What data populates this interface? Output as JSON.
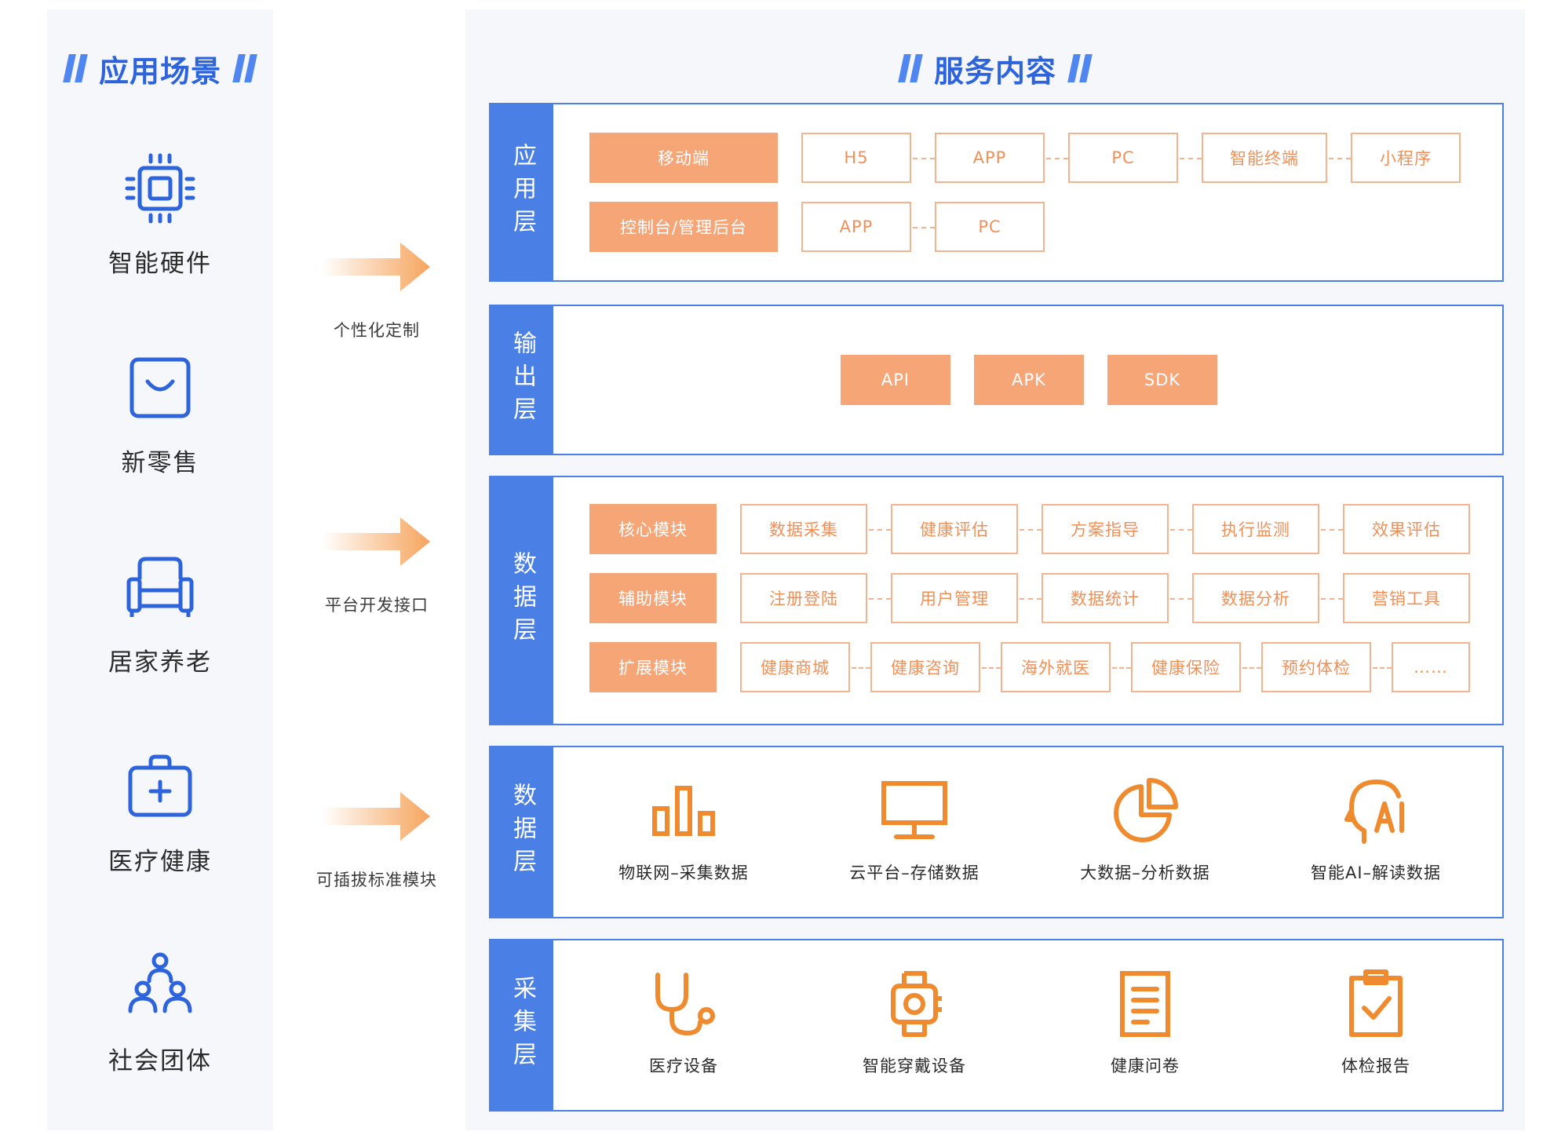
{
  "left": {
    "title": "应用场景",
    "scenarios": [
      {
        "label": "智能硬件",
        "icon": "chip-icon"
      },
      {
        "label": "新零售",
        "icon": "shopping-bag-icon"
      },
      {
        "label": "居家养老",
        "icon": "armchair-icon"
      },
      {
        "label": "医疗健康",
        "icon": "medical-kit-icon"
      },
      {
        "label": "社会团体",
        "icon": "people-group-icon"
      }
    ]
  },
  "arrows": [
    {
      "label": "个性化定制"
    },
    {
      "label": "平台开发接口"
    },
    {
      "label": "可插拔标准模块"
    }
  ],
  "right": {
    "title": "服务内容",
    "layers": {
      "application": {
        "name": "应用层",
        "rows": [
          {
            "head": "移动端",
            "items": [
              "H5",
              "APP",
              "PC",
              "智能终端",
              "小程序"
            ]
          },
          {
            "head": "控制台/管理后台",
            "items": [
              "APP",
              "PC"
            ]
          }
        ]
      },
      "output": {
        "name": "输出层",
        "items": [
          "API",
          "APK",
          "SDK"
        ]
      },
      "data_modules": {
        "name": "数据层",
        "rows": [
          {
            "head": "核心模块",
            "items": [
              "数据采集",
              "健康评估",
              "方案指导",
              "执行监测",
              "效果评估"
            ]
          },
          {
            "head": "辅助模块",
            "items": [
              "注册登陆",
              "用户管理",
              "数据统计",
              "数据分析",
              "营销工具"
            ]
          },
          {
            "head": "扩展模块",
            "items": [
              "健康商城",
              "健康咨询",
              "海外就医",
              "健康保险",
              "预约体检",
              "……"
            ]
          }
        ]
      },
      "data_processing": {
        "name": "数据层",
        "features": [
          {
            "label": "物联网–采集数据",
            "icon": "bar-chart-icon"
          },
          {
            "label": "云平台–存储数据",
            "icon": "monitor-icon"
          },
          {
            "label": "大数据–分析数据",
            "icon": "pie-chart-icon"
          },
          {
            "label": "智能AI–解读数据",
            "icon": "ai-head-icon"
          }
        ]
      },
      "collection": {
        "name": "采集层",
        "features": [
          {
            "label": "医疗设备",
            "icon": "stethoscope-icon"
          },
          {
            "label": "智能穿戴设备",
            "icon": "smartwatch-icon"
          },
          {
            "label": "健康问卷",
            "icon": "document-icon"
          },
          {
            "label": "体检报告",
            "icon": "clipboard-check-icon"
          }
        ]
      }
    }
  },
  "colors": {
    "blue": "#4a7fe6",
    "title_blue": "#2d63db",
    "orange_solid": "#f6a577",
    "orange_outline": "#f3b38e",
    "orange_text": "#f09059",
    "icon_orange": "#f08a2e",
    "panel_bg": "#f5f7fb"
  }
}
